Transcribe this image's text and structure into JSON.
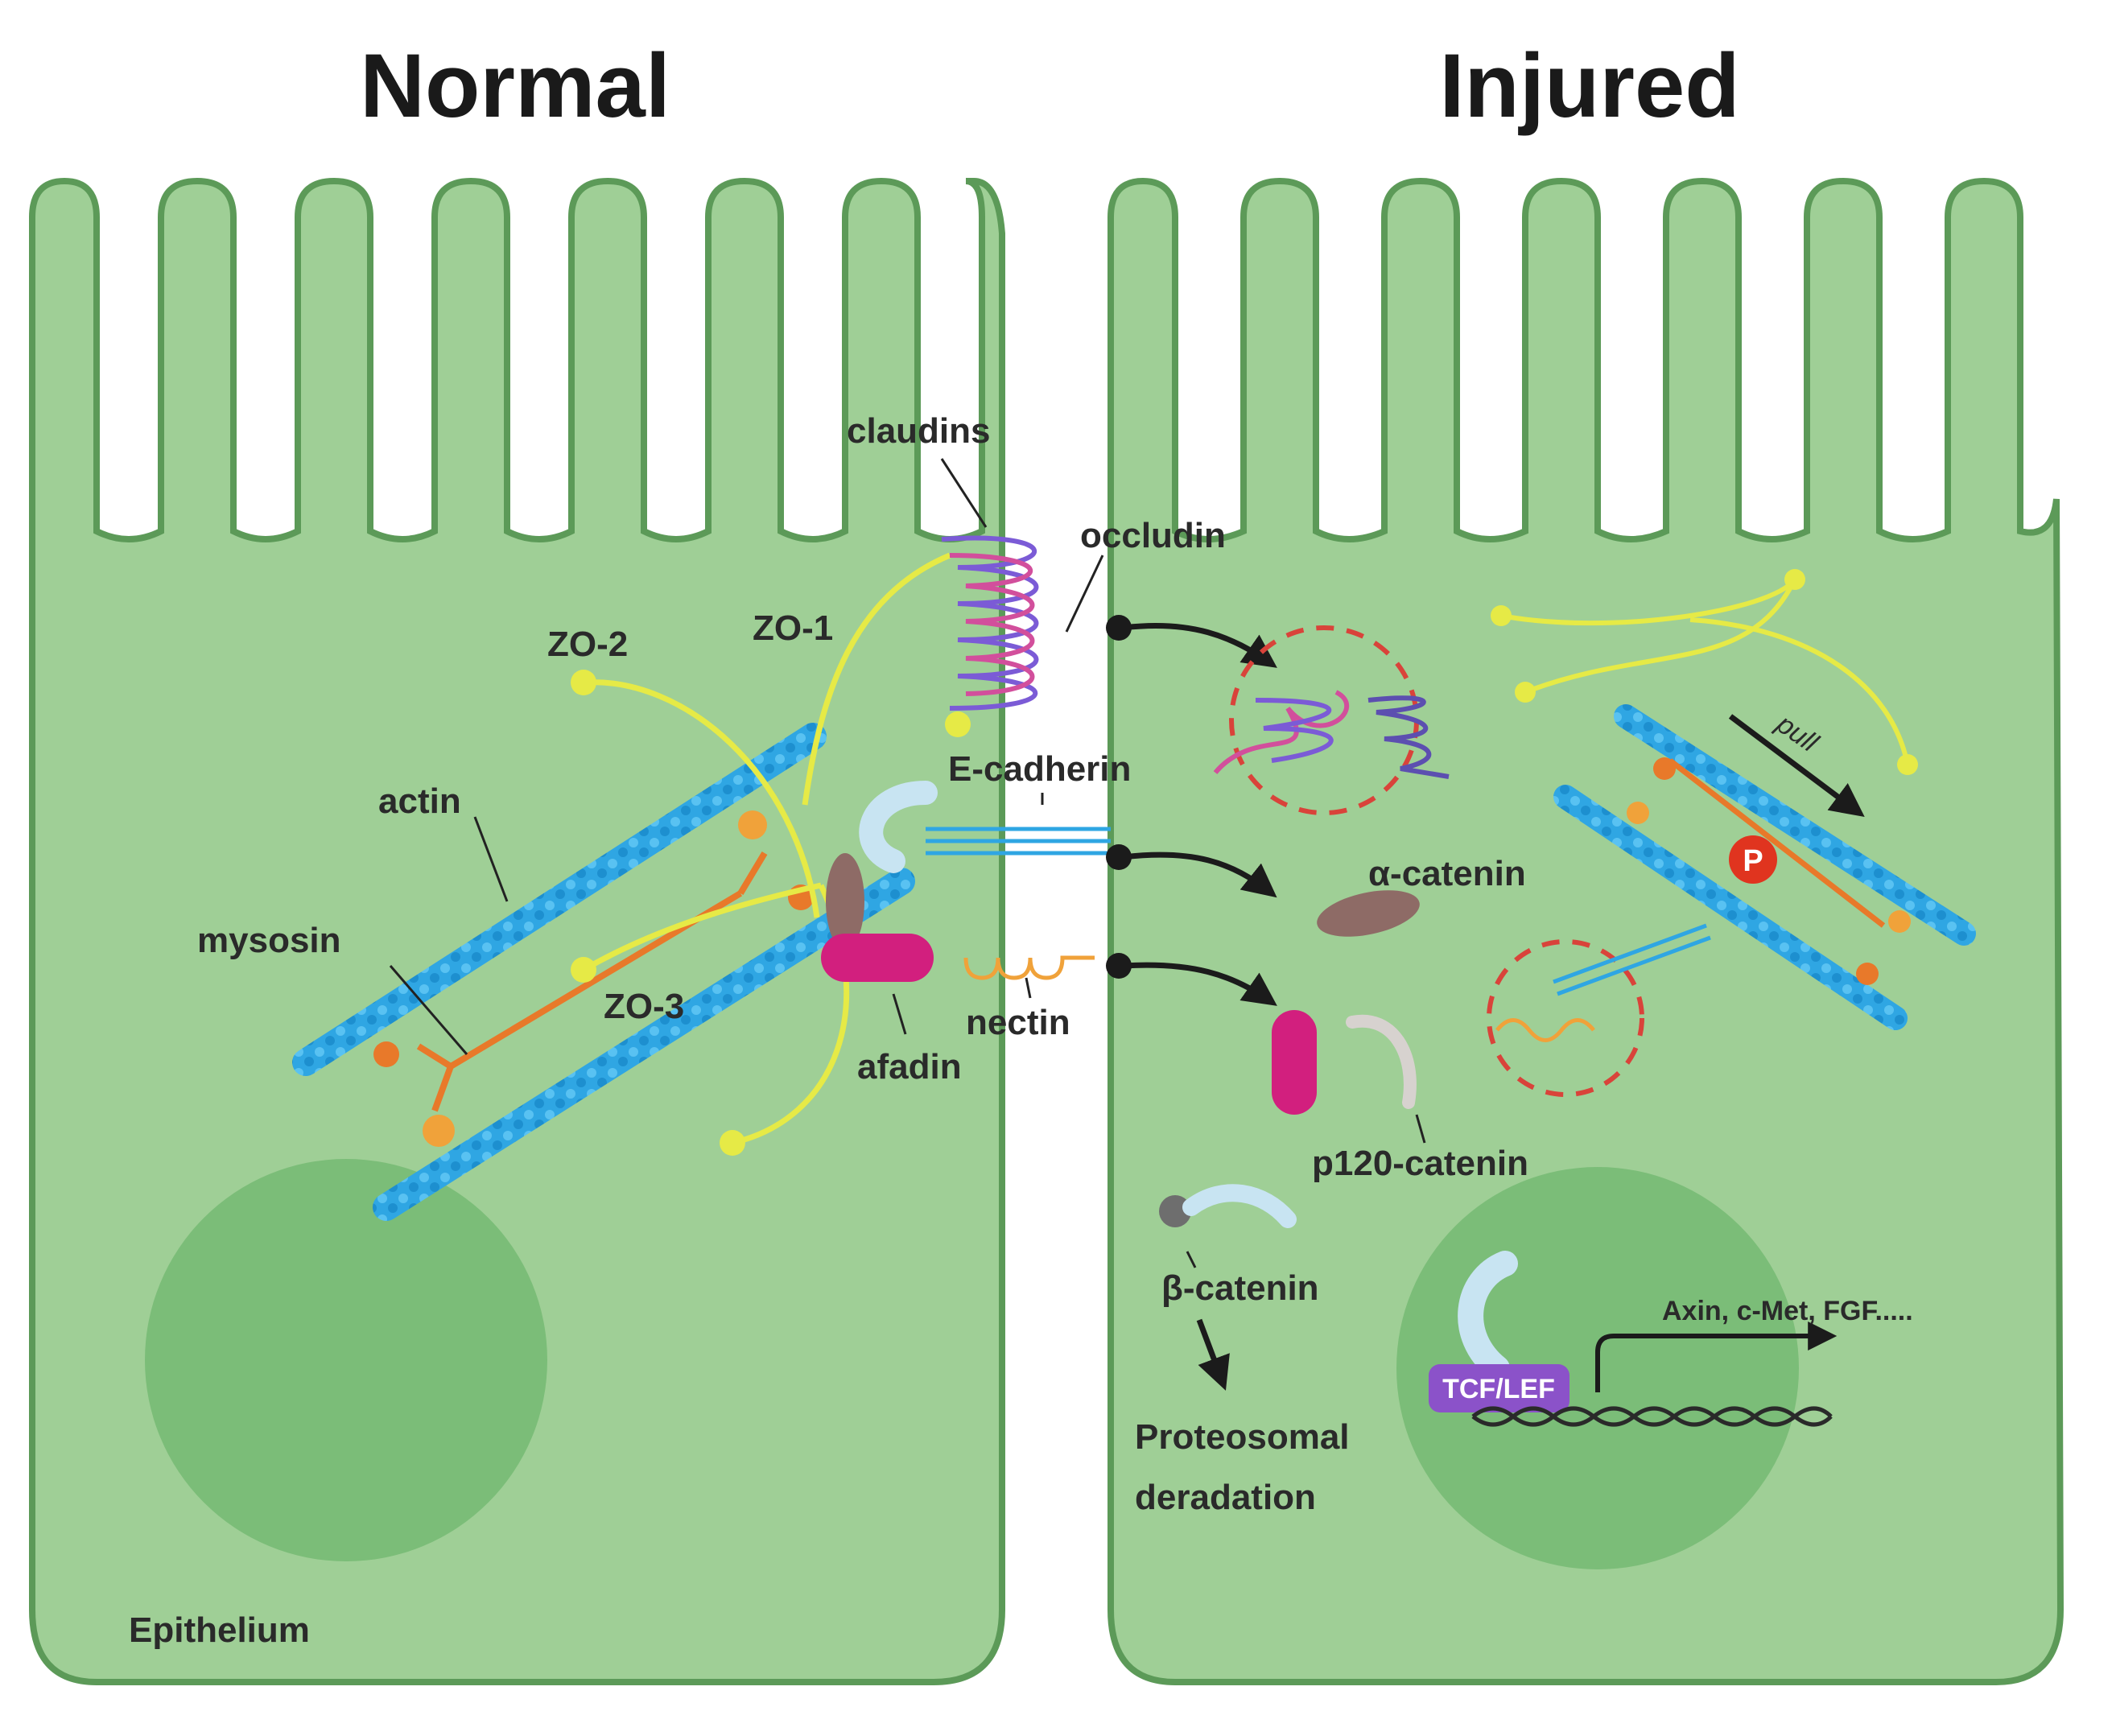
{
  "titles": {
    "normal": "Normal",
    "injured": "Injured"
  },
  "labels": {
    "claudins": "claudins",
    "occludin": "occludin",
    "zo1": "ZO-1",
    "zo2": "ZO-2",
    "zo3": "ZO-3",
    "actin": "actin",
    "mysosin": "mysosin",
    "e_cadherin": "E-cadherin",
    "nectin": "nectin",
    "afadin": "afadin",
    "alpha_catenin": "α-catenin",
    "p120_catenin": "p120-catenin",
    "beta_catenin": "β-catenin",
    "proteosomal_line1": "Proteosomal",
    "proteosomal_line2": "deradation",
    "pull": "pull",
    "phospho": "P",
    "tcf_lef": "TCF/LEF",
    "targets": "Axin, c-Met, FGF.....",
    "epithelium": "Epithelium"
  },
  "colors": {
    "cell_fill": "#9fcf96",
    "cell_stroke": "#5c9a58",
    "nucleus": "#7bbd78",
    "actin": "#2fa6e3",
    "myosin": "#e8792a",
    "zo_protein": "#e6ea46",
    "claudin": "#7b5bd6",
    "afadin": "#d21f7e",
    "alpha_catenin": "#8e6b66",
    "phospho": "#e0341f",
    "tcf_lef": "#8b52c9",
    "degradation_circle": "#d9433a"
  }
}
